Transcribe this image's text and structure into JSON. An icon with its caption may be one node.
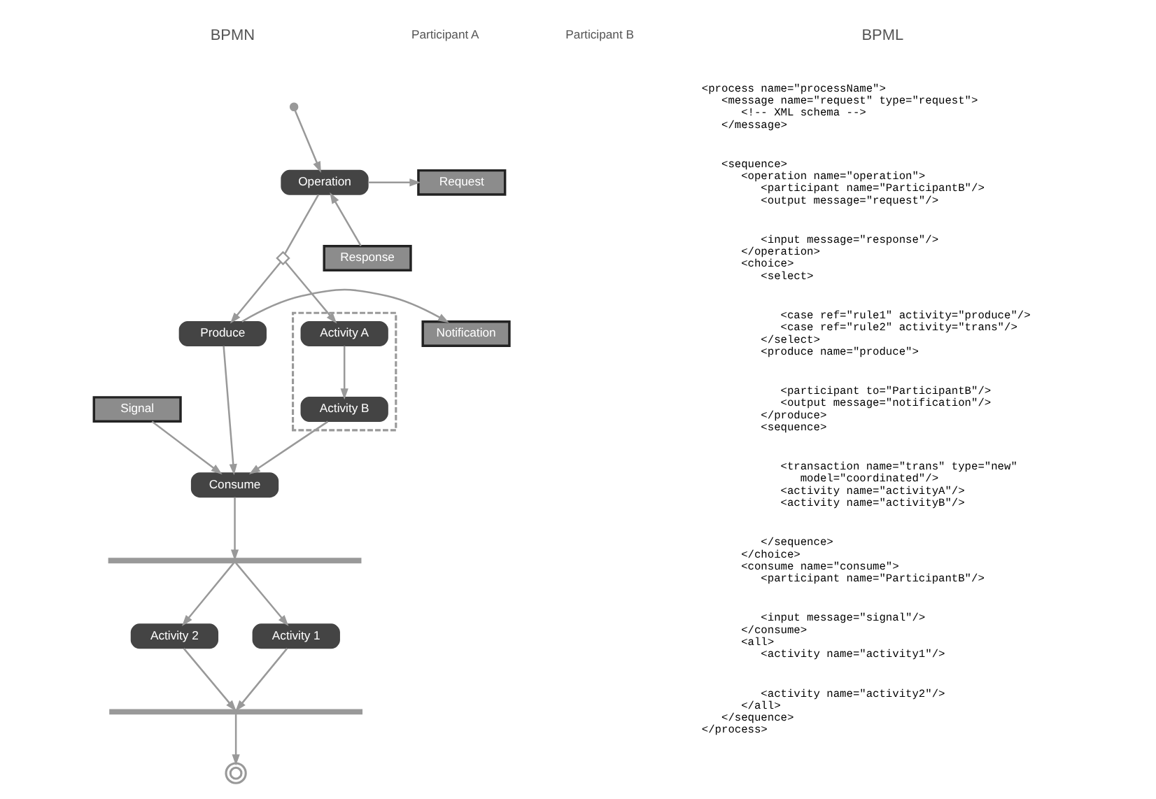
{
  "diagram": {
    "nodes": [
      {
        "text": [],
        "shape": "circle"
      },
      {
        "text": [
          "Operation"
        ]
      },
      {
        "text": [
          "Request"
        ]
      },
      {
        "text": [
          "Response"
        ]
      },
      {
        "text": [],
        "shape": "diamond"
      },
      {
        "text": [],
        "shape": "box"
      },
      {
        "text": [
          "Activity A"
        ],
        "in": 5
      },
      {
        "text": [
          "Activity B"
        ],
        "in": 5
      },
      {
        "text": [
          "Produce"
        ]
      },
      {
        "text": [
          "Notification"
        ]
      },
      {
        "text": [
          "Consume"
        ]
      },
      {
        "text": [
          "Signal"
        ]
      },
      {
        "text": [],
        "shape": "bar"
      },
      {
        "text": [
          "Activity 1"
        ]
      },
      {
        "text": [
          "Activity 2"
        ]
      },
      {
        "text": [],
        "shape": "bar"
      },
      {
        "text": [],
        "shape": "circle"
      }
    ],
    "edges": [
      {
        "from": 0,
        "to": 1,
        "arrow": "to"
      },
      {
        "from": 1,
        "to": 2,
        "arrow": "to"
      },
      {
        "from": 3,
        "to": 1,
        "arrow": "to"
      },
      {
        "from": 1,
        "to": 4,
        "arrow": "none"
      },
      {
        "from": 4,
        "to": 6,
        "arrow": "to"
      },
      {
        "from": 4,
        "to": 8,
        "arrow": "to"
      },
      {
        "from": 6,
        "to": 7,
        "arrow": "to"
      },
      {
        "from": 8,
        "to": 9,
        "arrow": "to"
      },
      {
        "from": 7,
        "to": 10,
        "arrow": "to"
      },
      {
        "from": 8,
        "to": 10,
        "arrow": "to"
      },
      {
        "from": 11,
        "to": 10,
        "arrow": "to"
      },
      {
        "from": 10,
        "to": 12,
        "arrow": "to"
      },
      {
        "from": 12,
        "to": 13,
        "arrow": "to"
      },
      {
        "from": 12,
        "to": 14,
        "arrow": "to"
      },
      {
        "from": 13,
        "to": 15,
        "arrow": "to"
      },
      {
        "from": 14,
        "to": 15,
        "arrow": "to"
      },
      {
        "from": 15,
        "to": 16,
        "arrow": "to"
      }
    ],
    "labels": [
      "BPMN",
      "BPML",
      "Participant A",
      "Participant B",
      "<process name=\"processName\">",
      "<message name=\"request\" type=\"request\">",
      "<!-- XML schema -->",
      "</message>",
      "<sequence>",
      "<operation name=\"operation\">",
      "<participant name=\"ParticipantB\"/>",
      "<output message=\"request\"/>",
      "<input message=\"response\"/>",
      "</operation>",
      "<choice>",
      "<select>",
      "<case ref=\"rule1\" activity=\"produce\"/>",
      "<case ref=\"rule2\" activity=\"trans\"/>",
      "</select>",
      "<produce name=\"produce\">",
      "<participant to=\"ParticipantB\"/>",
      "<output message=\"notification\"/>",
      "</produce>",
      "<sequence>",
      "<transaction name=\"trans\" type=\"new\"",
      "model=\"coordinated\"/>",
      "<activity name=\"activityA\"/>",
      "<activity name=\"activityB\"/>",
      "</sequence>",
      "</choice>",
      "<consume name=\"consume\">",
      "<participant name=\"ParticipantB\"/>",
      "<input message=\"signal\"/>",
      "</consume>",
      "<all>",
      "<activity name=\"activity1\"/>",
      "<activity name=\"activity2\"/>",
      "</all>",
      "</sequence>",
      "</process>"
    ]
  }
}
